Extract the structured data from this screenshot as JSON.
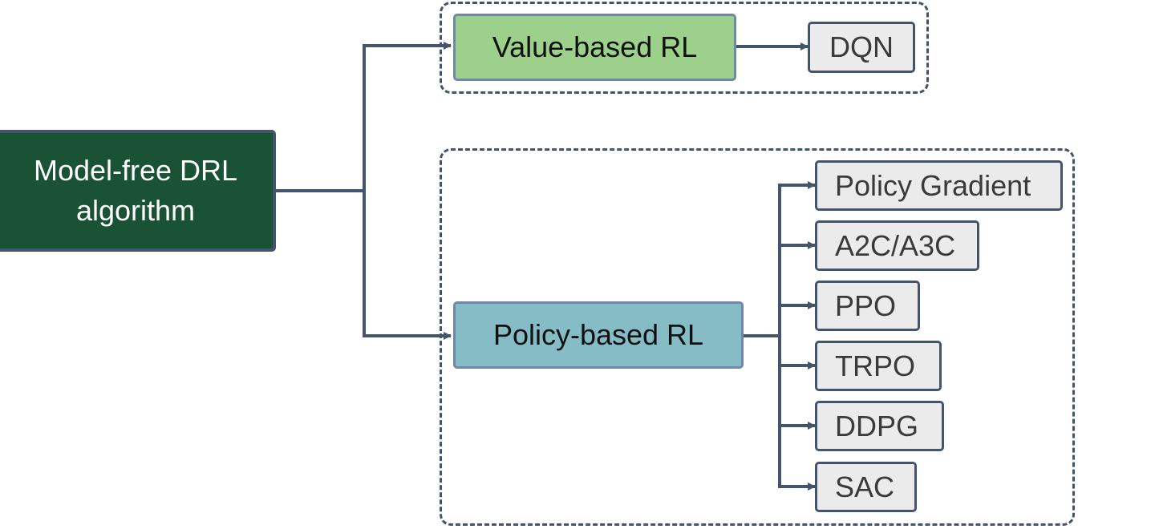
{
  "diagram": {
    "root": {
      "label": "Model-free DRL\nalgorithm"
    },
    "branches": [
      {
        "id": "value",
        "label": "Value-based RL",
        "children": [
          "DQN"
        ]
      },
      {
        "id": "policy",
        "label": "Policy-based RL",
        "children": [
          "Policy Gradient",
          "A2C/A3C",
          "PPO",
          "TRPO",
          "DDPG",
          "SAC"
        ]
      }
    ],
    "colors": {
      "root_fill": "#1a5236",
      "value_fill": "#9dd18b",
      "policy_fill": "#86bcc6",
      "leaf_fill": "#ebebeb",
      "line": "#44546a"
    }
  }
}
